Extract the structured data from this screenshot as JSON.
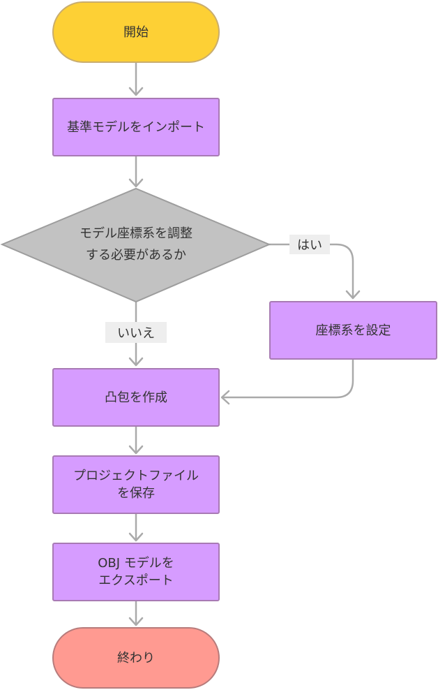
{
  "colors": {
    "start_fill": "#fdd035",
    "process_fill": "#d69cff",
    "decision_fill": "#c2c2c2",
    "end_fill": "#ff9a91",
    "edge": "#aaaaaa",
    "label_bg": "#eeeeee"
  },
  "nodes": {
    "start": "開始",
    "import_model": "基準モデルをインポート",
    "decision_line1": "モデル座標系を調整",
    "decision_line2": "する必要があるか",
    "set_coords": "座標系を設定",
    "convex_hull": "凸包を作成",
    "save_project_line1": "プロジェクトファイル",
    "save_project_line2": "を保存",
    "export_obj_line1": "OBJ モデルを",
    "export_obj_line2": "エクスポート",
    "end": "終わり"
  },
  "edge_labels": {
    "yes": "はい",
    "no": "いいえ"
  }
}
